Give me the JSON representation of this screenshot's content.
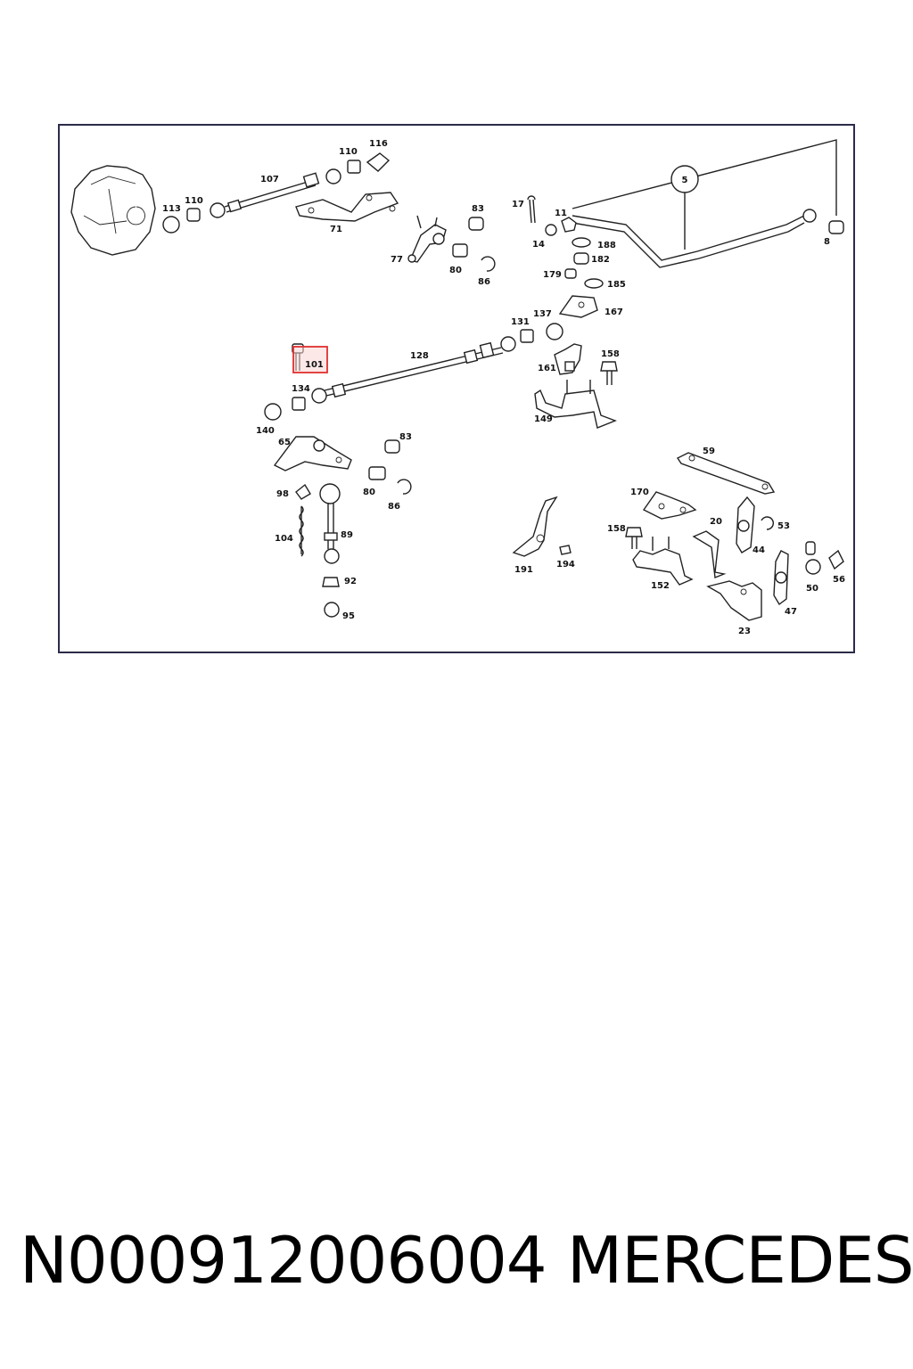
{
  "labels": {
    "l5": "5",
    "l8": "8",
    "l11": "11",
    "l14": "14",
    "l17": "17",
    "l20": "20",
    "l23": "23",
    "l44": "44",
    "l47": "47",
    "l50": "50",
    "l53": "53",
    "l56": "56",
    "l59": "59",
    "l65": "65",
    "l71": "71",
    "l77": "77",
    "l80a": "80",
    "l80b": "80",
    "l83a": "83",
    "l83b": "83",
    "l86a": "86",
    "l86b": "86",
    "l89": "89",
    "l92": "92",
    "l95": "95",
    "l98": "98",
    "l101": "101",
    "l104": "104",
    "l107": "107",
    "l110a": "110",
    "l110b": "110",
    "l113": "113",
    "l116": "116",
    "l128": "128",
    "l131": "131",
    "l134": "134",
    "l137": "137",
    "l140": "140",
    "l149": "149",
    "l152": "152",
    "l158a": "158",
    "l158b": "158",
    "l161": "161",
    "l167": "167",
    "l170": "170",
    "l179": "179",
    "l182": "182",
    "l185": "185",
    "l188": "188",
    "l191": "191",
    "l194": "194"
  },
  "highlight": {
    "label": "101",
    "color": "#e03030",
    "fill": "#fbd5d5"
  },
  "caption": {
    "part_number": "N000912006004",
    "brand": "MERCEDES"
  }
}
